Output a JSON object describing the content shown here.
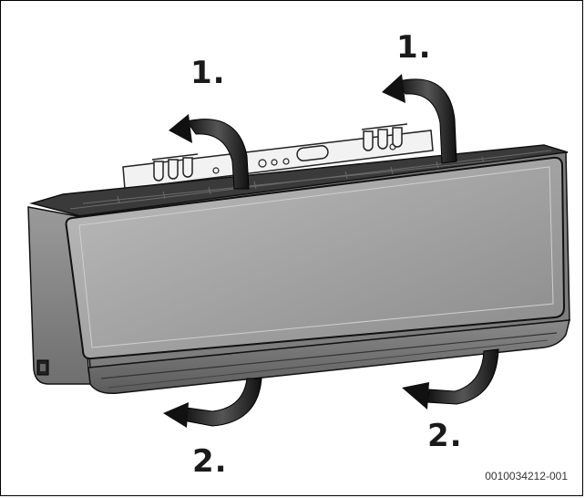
{
  "labels": {
    "step_top_left": "1.",
    "step_top_right": "1.",
    "step_bottom_left": "2.",
    "step_bottom_right": "2."
  },
  "doc_number": "0010034212-001"
}
